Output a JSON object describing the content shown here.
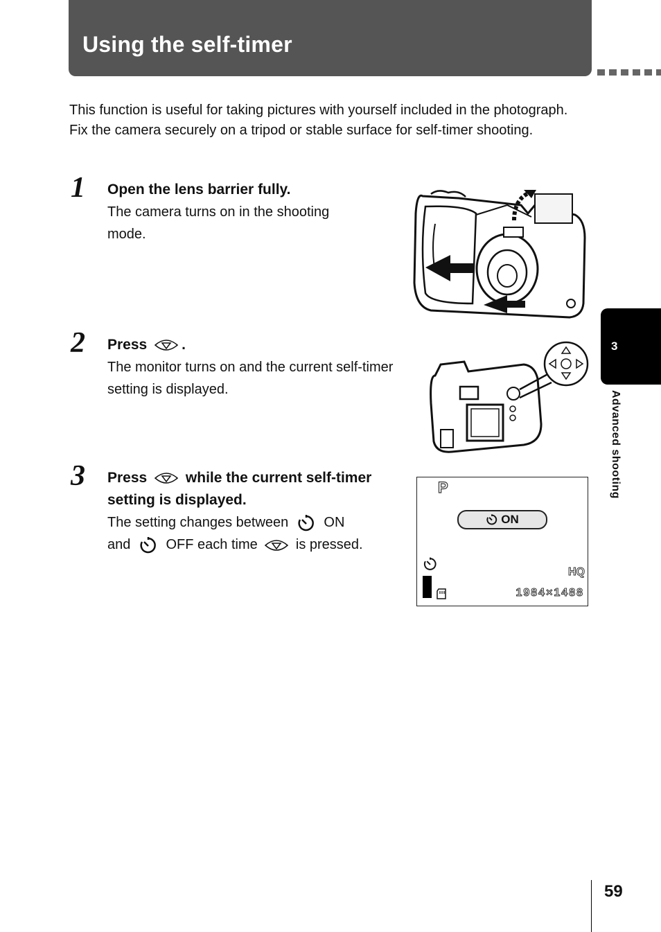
{
  "header": {
    "title": "Using the self-timer"
  },
  "intro": "This function is useful for taking pictures with yourself included in the photograph. Fix the camera securely on a tripod or stable surface for self-timer shooting.",
  "steps": [
    {
      "number": "1",
      "heading": "Open the lens barrier fully.",
      "body": "The camera turns on in the shooting mode."
    },
    {
      "number": "2",
      "heading_prefix": "Press",
      "heading_suffix": ".",
      "body": "The monitor turns on and the current self-timer setting is displayed."
    },
    {
      "number": "3",
      "heading_prefix": "Press",
      "heading_suffix": "while the current self-timer setting is displayed.",
      "body_a": "The setting changes between",
      "body_b": "ON",
      "body_c": "and",
      "body_d": "OFF each time",
      "body_e": "is pressed."
    }
  ],
  "lcd": {
    "mode": "P",
    "timer_status": "ON",
    "quality": "HQ",
    "resolution": "1984×1488"
  },
  "side_tab": {
    "chapter": "3",
    "label": "Advanced shooting"
  },
  "footer": {
    "page_number": "59"
  },
  "icons": [
    "arrow-pad-down-icon",
    "self-timer-icon",
    "memory-card-icon"
  ],
  "colors": {
    "title_bar": "#555555",
    "side_tab": "#000000"
  }
}
